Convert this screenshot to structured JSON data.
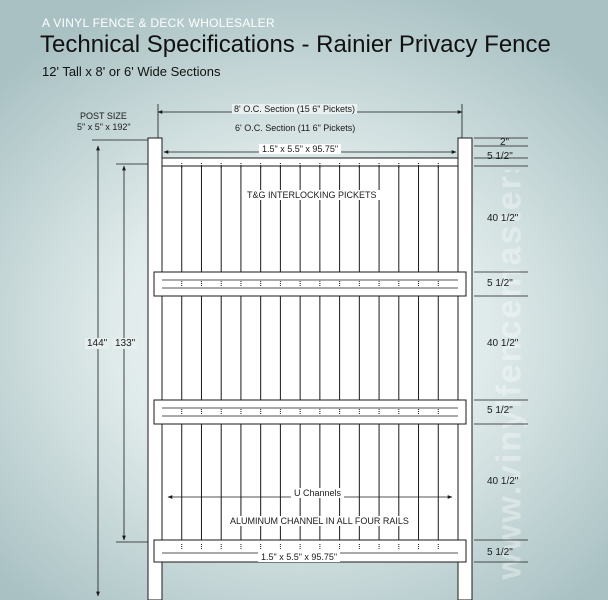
{
  "header": {
    "company": "A VINYL FENCE & DECK WHOLESALER",
    "title": "Technical Specifications - Rainier Privacy Fence",
    "subtitle": "12' Tall x 8' or 6' Wide Sections"
  },
  "post": {
    "label": "POST SIZE",
    "size": "5\" x 5\" x 192\""
  },
  "sections": {
    "eight_oc": "8' O.C. Section (15  6\" Pickets)",
    "six_oc": "6' O.C. Section (11  6\" Pickets)"
  },
  "rails": {
    "top_label": "1.5\" x 5.5\" x 95.75\"",
    "bottom_label": "1.5\" x 5.5\" x 95.75\""
  },
  "pickets_label": "T&G INTERLOCKING PICKETS",
  "heights": {
    "total": "144\"",
    "infill": "133\""
  },
  "right_dims": [
    "2\"",
    "5 1/2\"",
    "40 1/2\"",
    "5 1/2\"",
    "40 1/2\"",
    "5 1/2\"",
    "40 1/2\"",
    "5 1/2\""
  ],
  "channels": {
    "label": "U Channels",
    "note": "ALUMINUM CHANNEL IN ALL FOUR RAILS"
  },
  "watermark": "www.vinylfencemasters.com",
  "colors": {
    "line": "#1a1a1a",
    "fill": "#ffffff",
    "header_text": "#ffffff"
  }
}
